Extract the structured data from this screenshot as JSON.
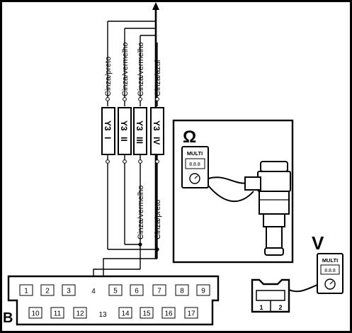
{
  "wires": {
    "w1": "Cinza/preto",
    "w2": "Cinza/vermelho",
    "w3": "Cinza/vermelho",
    "w4": "Cinza/azul",
    "w5": "Cinza/vermelho",
    "w6": "Cinza/preto"
  },
  "injectors": [
    {
      "code": "Y3",
      "index": "I"
    },
    {
      "code": "Y3",
      "index": "II"
    },
    {
      "code": "Y3",
      "index": "III"
    },
    {
      "code": "Y3",
      "index": "IV"
    }
  ],
  "connector": {
    "name": "B",
    "row1": [
      "1",
      "2",
      "3",
      "5",
      "6",
      "7",
      "8",
      "9"
    ],
    "row2": [
      "10",
      "11",
      "12",
      "14",
      "15",
      "16",
      "17"
    ],
    "pin4": "4",
    "pin13": "13"
  },
  "inset": {
    "ohm_symbol": "Ω",
    "meter_label": "MULTI"
  },
  "volt_test": {
    "symbol": "V",
    "meter_label": "MULTI",
    "plug_pins": [
      "1",
      "2"
    ]
  }
}
